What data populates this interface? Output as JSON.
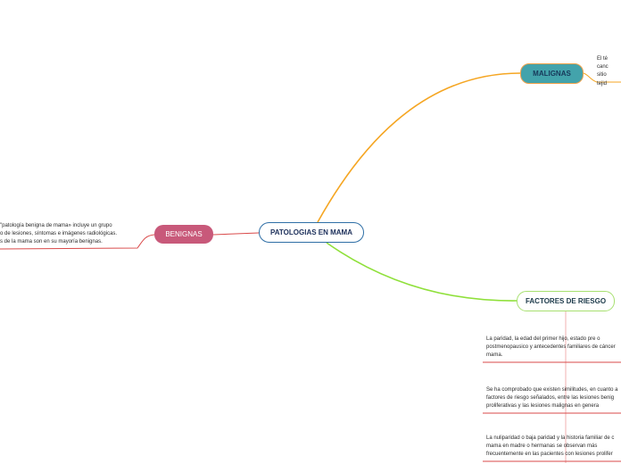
{
  "central": {
    "label": "PATOLOGIAS EN MAMA"
  },
  "malignas": {
    "label": "MALIGNAS",
    "text": "El té\ncanc\nsitio\ntejid"
  },
  "benignas": {
    "label": "BENIGNAS",
    "text": "\"patología benigna de mama» incluye un grupo\no de lesiones, síntomas e imágenes radiológicas.\ns de la mama son en su mayoría benignas."
  },
  "factores": {
    "label": "FACTORES DE RIESGO",
    "items": [
      {
        "text": "La paridad, la edad del primer hijo, estado pre o\npostmenopausico y antecedentes familiares de cáncer\nmama."
      },
      {
        "text": "Se ha comprobado que existen similitudes, en cuanto a\nfactores de riesgo señalados, entre las lesiones benig\nproliferativas y las lesiones malignas en genera"
      },
      {
        "text": "La nuliparidad o baja paridad y la historia familiar de c\nmama en madre o hermanas se observan más\nfrecuentemente en las pacientes con lesiones prolifer"
      }
    ]
  },
  "colors": {
    "central_border": "#2f6fa6",
    "malignas_fill": "#43a3ab",
    "malignas_border": "#f2a24a",
    "benignas_fill": "#c8597a",
    "factores_border": "#a7e070",
    "orange_link": "#f5a623",
    "green_link": "#8fe03a",
    "red_link": "#d94a4a"
  }
}
